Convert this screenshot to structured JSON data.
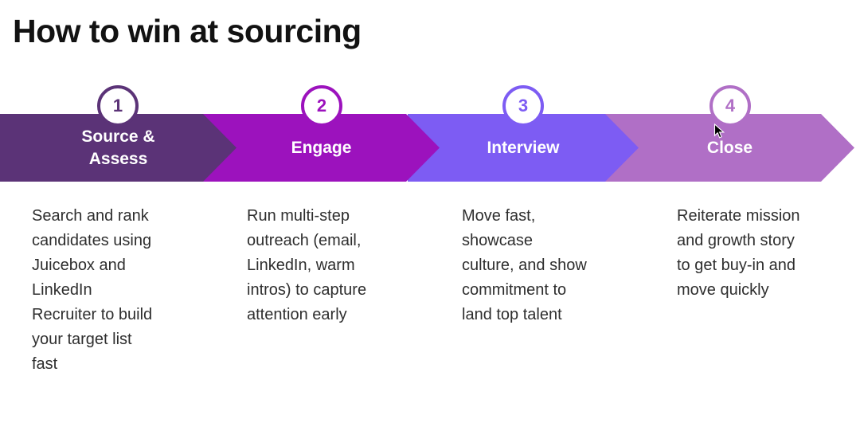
{
  "title": "How to win at sourcing",
  "steps": [
    {
      "number": "1",
      "label": "Source & Assess",
      "description": "Search and rank\ncandidates using\nJuicebox and\nLinkedIn\nRecruiter to build\nyour target list\nfast",
      "color": "#5B3377"
    },
    {
      "number": "2",
      "label": "Engage",
      "description": "Run multi-step\noutreach (email,\nLinkedIn, warm\nintros) to capture\nattention early",
      "color": "#9C12BD"
    },
    {
      "number": "3",
      "label": "Interview",
      "description": "Move fast,\nshowcase\nculture, and show\ncommitment to\nland top talent",
      "color": "#7D5CF3"
    },
    {
      "number": "4",
      "label": "Close",
      "description": "Reiterate mission\nand growth story\nto get buy-in and\nmove quickly",
      "color": "#B06FC6"
    }
  ],
  "cursor": "pointer-arrow"
}
